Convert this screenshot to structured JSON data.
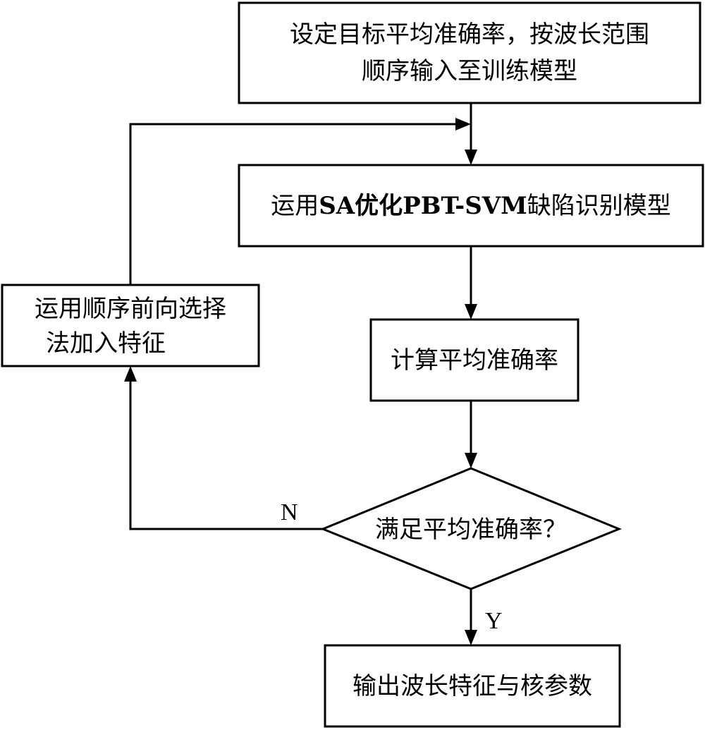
{
  "nodes": {
    "set_target": {
      "line1": "设定目标平均准确率，按波长范围",
      "line2": "顺序输入至训练模型"
    },
    "sa_optimize": {
      "prefix": "运用",
      "highlight": "SA优化PBT-SVM",
      "suffix": "缺陷识别模型"
    },
    "compute_accuracy": {
      "line1": "计算平均准确率"
    },
    "decision": {
      "line1": "满足平均准确率？"
    },
    "forward_select": {
      "line1": "运用顺序前向选择",
      "line2": "法加入特征"
    },
    "output": {
      "line1": "输出波长特征与核参数"
    }
  },
  "edges": {
    "no_label": "N",
    "yes_label": "Y"
  }
}
